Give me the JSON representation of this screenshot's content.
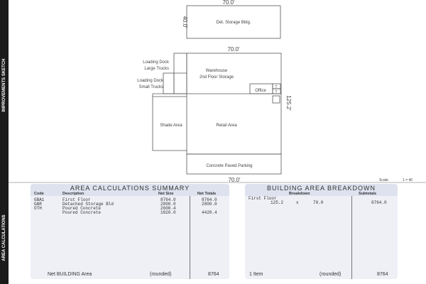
{
  "side_labels": {
    "sketch": "IMPROVEMENTS SKETCH",
    "calc": "AREA CALCULATIONS"
  },
  "sketch": {
    "storage_width": "70.0'",
    "storage_depth": "40.0'",
    "storage_label": "Det. Storage Bldg.",
    "main_width": "70.0'",
    "main_depth": "125.2'",
    "bottom_width": "70.0'",
    "loading_large": [
      "Loading Dock",
      "Large Trucks"
    ],
    "loading_small": [
      "Loading Dock",
      "Small Trucks"
    ],
    "warehouse": [
      "Warehouse",
      "2nd Floor Storage"
    ],
    "office": "Office",
    "t1": "T",
    "t2": "T",
    "shade": "Shade Area",
    "retail": "Retail Area",
    "parking": "Concrete Paved Parking",
    "scale_label": "Scale:",
    "scale_value": "1 = 40"
  },
  "summary": {
    "title": "AREA CALCULATIONS SUMMARY",
    "headers": [
      "Code",
      "Description",
      "Net Size",
      "Net Totals"
    ],
    "rows": [
      {
        "code": "GBA1",
        "desc": "First Floor",
        "size": "8764.0",
        "total": "8764.0"
      },
      {
        "code": "GAR",
        "desc": "Detached Storage Bld",
        "size": "2800.0",
        "total": "2800.0"
      },
      {
        "code": "OTH",
        "desc": "Poured Concrete",
        "size": "2600.4",
        "total": ""
      },
      {
        "code": "",
        "desc": "Poured Concrete",
        "size": "1820.0",
        "total": "4420.4"
      }
    ],
    "footer_label": "Net BUILDING Area",
    "footer_rounded": "(rounded)",
    "footer_value": "8764"
  },
  "breakdown": {
    "title": "BUILDING AREA BREAKDOWN",
    "headers": [
      "Breakdown",
      "Subtotals"
    ],
    "item": "First Floor",
    "dim1": "125.2",
    "op": "x",
    "dim2": "70.0",
    "subtotal": "8764.0",
    "footer_label": "1 Item",
    "footer_rounded": "(rounded)",
    "footer_value": "8764"
  }
}
